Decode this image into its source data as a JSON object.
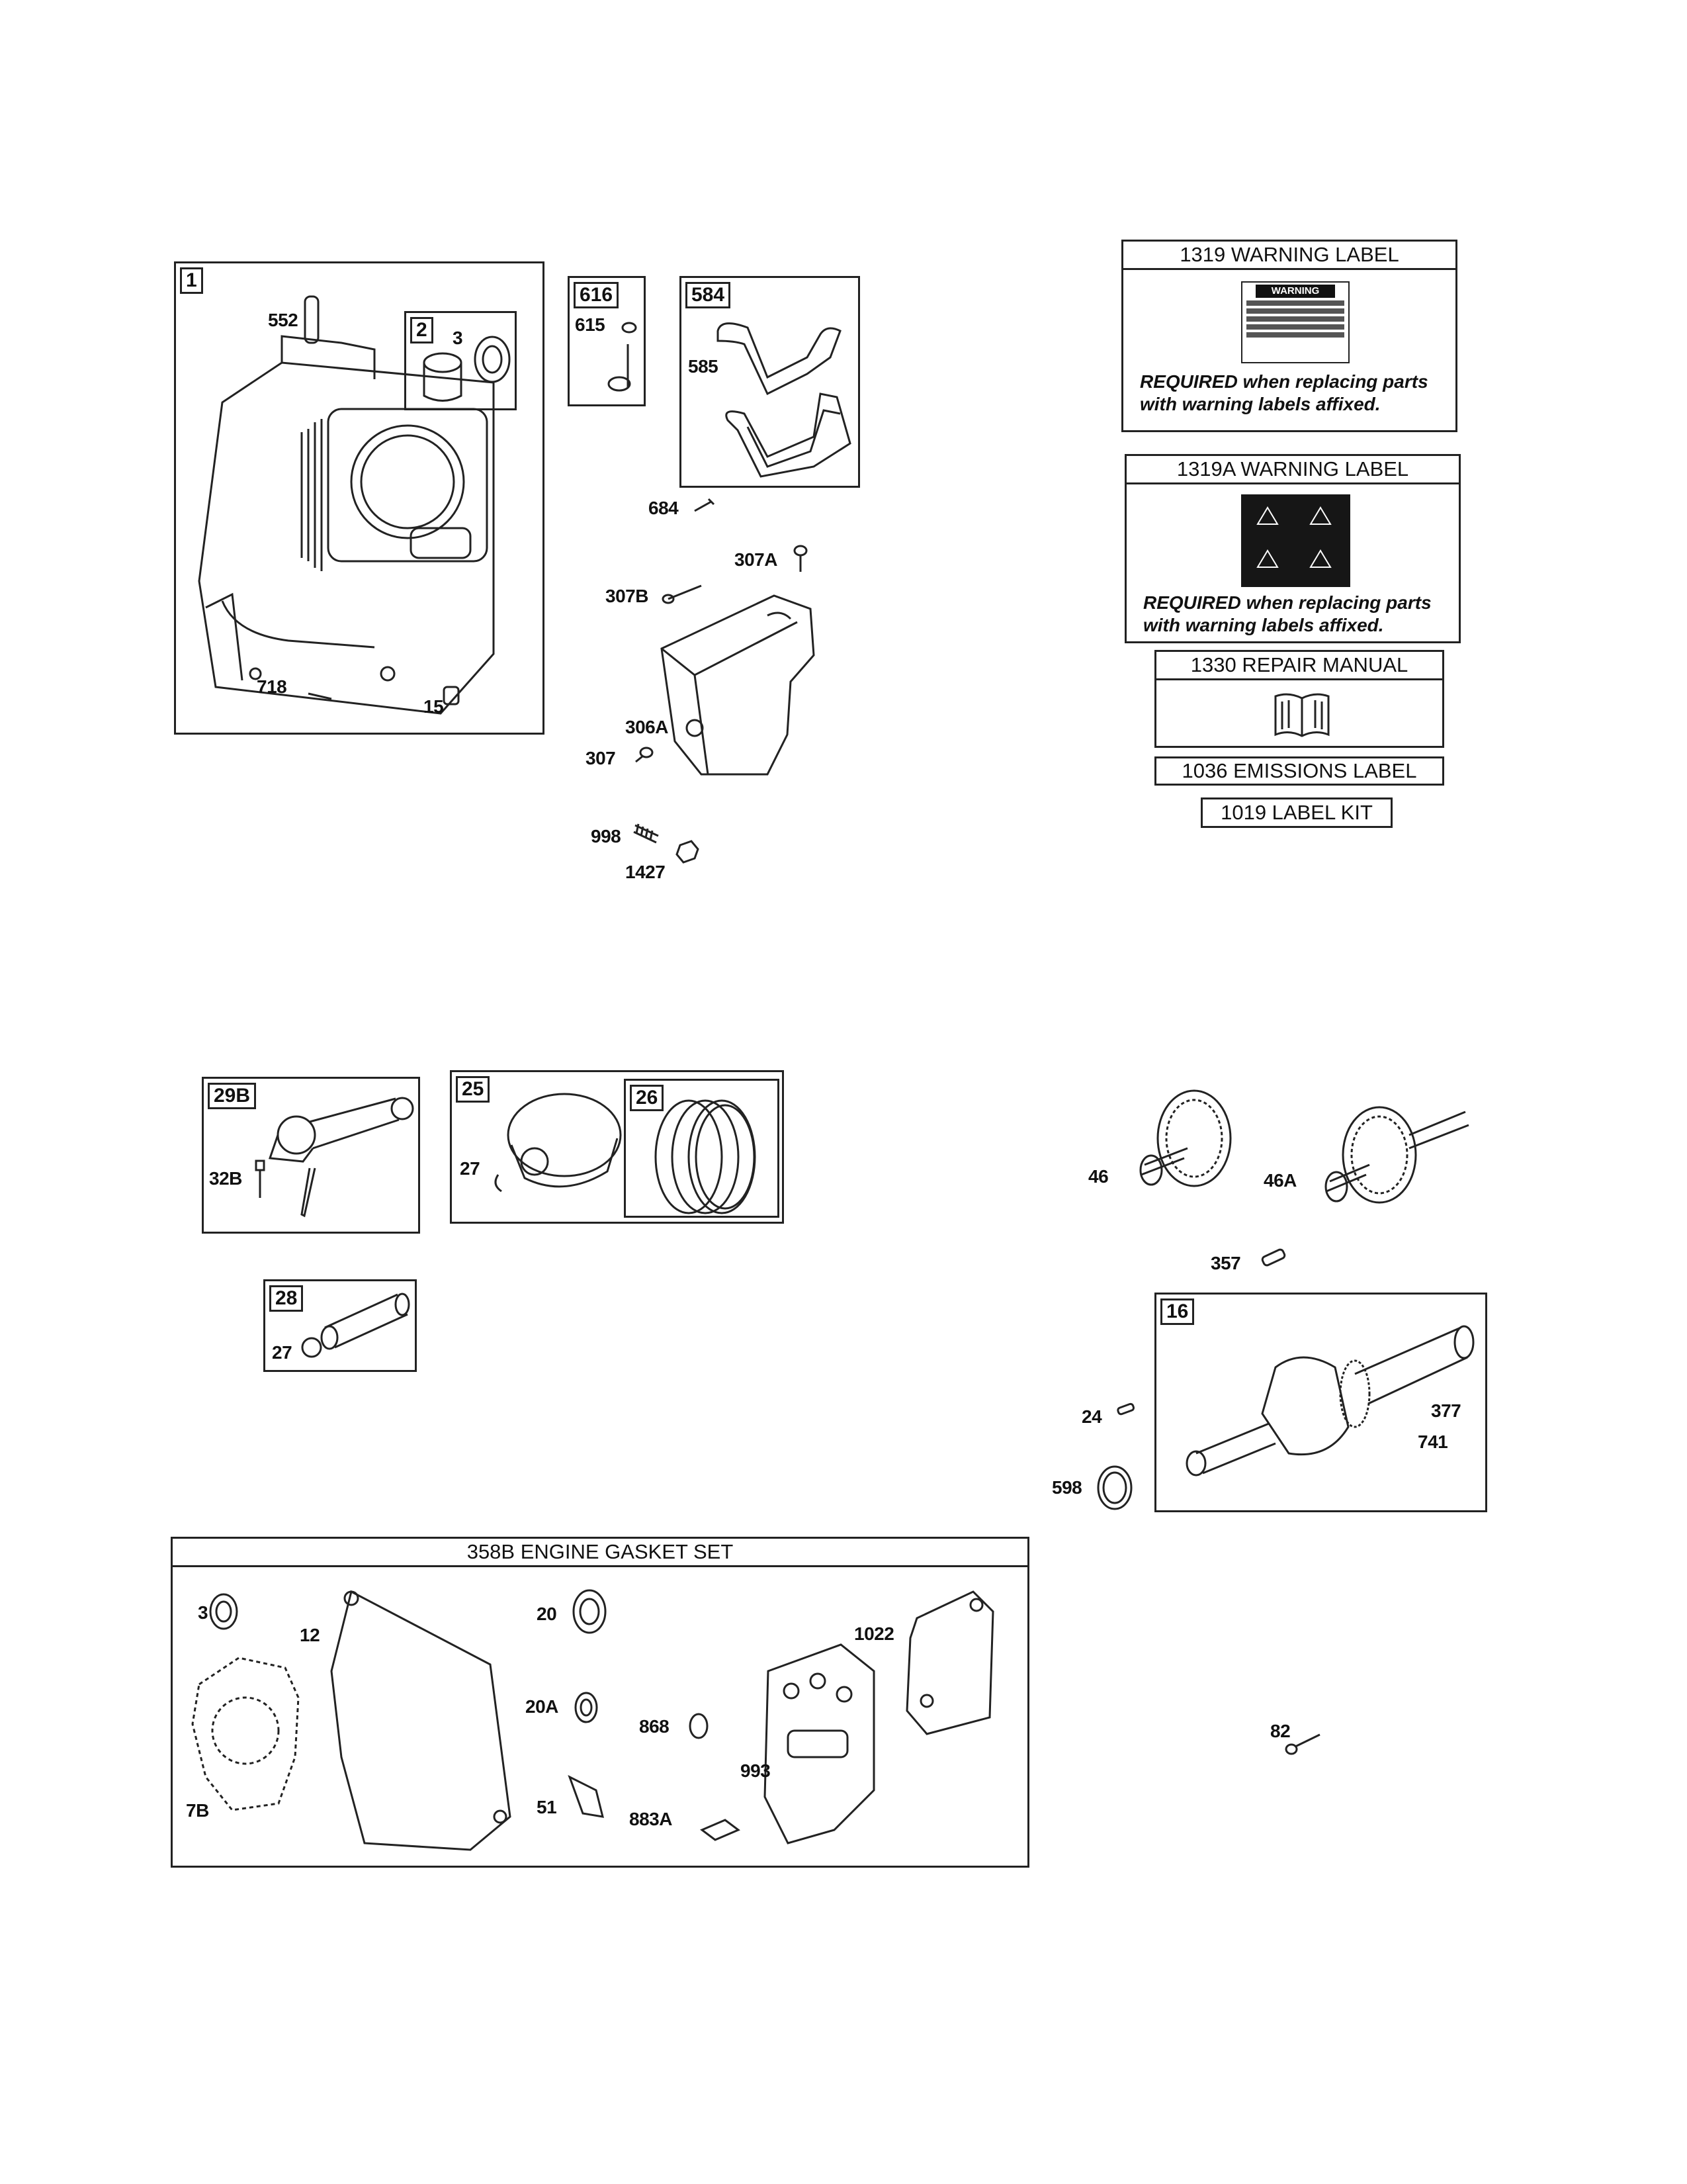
{
  "box_tags": {
    "b1": "1",
    "b2": "2",
    "b616": "616",
    "b584": "584",
    "b29b": "29B",
    "b25": "25",
    "b26": "26",
    "b28": "28",
    "b16": "16"
  },
  "callouts": {
    "c552": "552",
    "c3a": "3",
    "c718": "718",
    "c15": "15",
    "c615": "615",
    "c585": "585",
    "c684": "684",
    "c307a": "307A",
    "c307b": "307B",
    "c306a": "306A",
    "c307": "307",
    "c998": "998",
    "c1427": "1427",
    "c32b": "32B",
    "c27a": "27",
    "c27b": "27",
    "c46": "46",
    "c46a": "46A",
    "c357": "357",
    "c24": "24",
    "c598": "598",
    "c377": "377",
    "c741": "741",
    "c3b": "3",
    "c12": "12",
    "c20": "20",
    "c20a": "20A",
    "c868": "868",
    "c1022": "1022",
    "c993": "993",
    "c7b": "7B",
    "c51": "51",
    "c883a": "883A",
    "c82": "82"
  },
  "labels": {
    "warn1319_title": "1319 WARNING LABEL",
    "warn1319a_title": "1319A WARNING LABEL",
    "required_word": "REQUIRED",
    "required_rest1": "when replacing parts",
    "required_line2": "with warning labels affixed.",
    "repair_manual": "1330 REPAIR MANUAL",
    "emissions": "1036 EMISSIONS LABEL",
    "label_kit": "1019 LABEL KIT",
    "warning_word": "WARNING"
  },
  "gasket_set_title": "358B ENGINE GASKET SET"
}
